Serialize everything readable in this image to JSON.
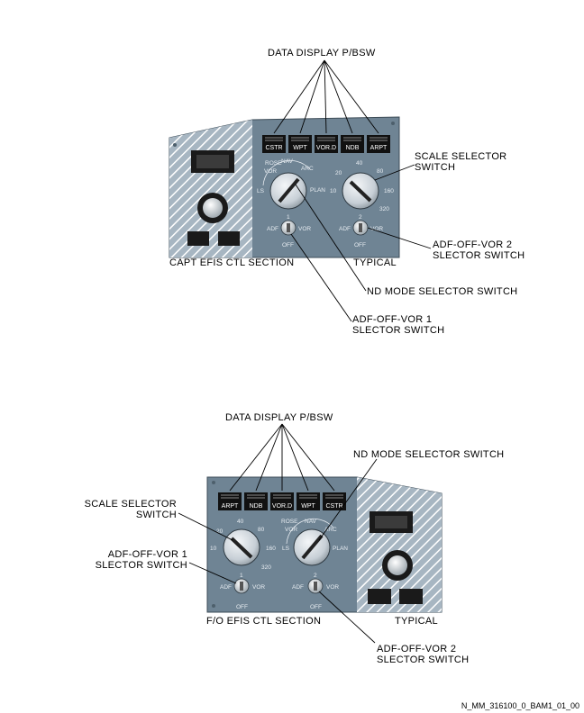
{
  "upper": {
    "title_label": "DATA DISPLAY P/BSW",
    "buttons": [
      "CSTR",
      "WPT",
      "VOR.D",
      "NDB",
      "ARPT"
    ],
    "nd_mode_positions": [
      "ROSE",
      "NAV",
      "VOR",
      "ARC",
      "LS",
      "PLAN"
    ],
    "scale_values": [
      "20",
      "40",
      "80",
      "10",
      "160",
      "320"
    ],
    "selector_number": "1",
    "selector2_number": "2",
    "selector_adf": "ADF",
    "selector_vor": "VOR",
    "selector_off": "OFF",
    "section_label": "CAPT EFIS CTL SECTION",
    "typical_label": "TYPICAL",
    "callouts": {
      "scale_selector_line1": "SCALE SELECTOR",
      "scale_selector_line2": "SWITCH",
      "adf2_line1": "ADF-OFF-VOR 2",
      "adf2_line2": "SLECTOR SWITCH",
      "nd_mode": "ND MODE SELECTOR SWITCH",
      "adf1_line1": "ADF-OFF-VOR 1",
      "adf1_line2": "SLECTOR SWITCH"
    }
  },
  "lower": {
    "title_label": "DATA DISPLAY P/BSW",
    "buttons": [
      "ARPT",
      "NDB",
      "VOR.D",
      "WPT",
      "CSTR"
    ],
    "nd_mode_positions": [
      "ROSE",
      "NAV",
      "VOR",
      "ARC",
      "LS",
      "PLAN"
    ],
    "scale_values": [
      "40",
      "20",
      "80",
      "10",
      "160",
      "320"
    ],
    "selector_number": "1",
    "selector2_number": "2",
    "selector_adf": "ADF",
    "selector_vor": "VOR",
    "selector_off": "OFF",
    "section_label": "F/O EFIS CTL SECTION",
    "typical_label": "TYPICAL",
    "callouts": {
      "nd_mode": "ND MODE SELECTOR SWITCH",
      "scale_selector_line1": "SCALE SELECTOR",
      "scale_selector_line2": "SWITCH",
      "adf1_line1": "ADF-OFF-VOR 1",
      "adf1_line2": "SLECTOR SWITCH",
      "adf2_line1": "ADF-OFF-VOR 2",
      "adf2_line2": "SLECTOR SWITCH"
    }
  },
  "footer_ref": "N_MM_316100_0_BAM1_01_00",
  "colors": {
    "panel": "#6f8494",
    "panel_dark": "#4d5f6c",
    "button": "#111111",
    "hatch_bg": "#a7b6c2",
    "hatch_line": "#ffffff"
  }
}
